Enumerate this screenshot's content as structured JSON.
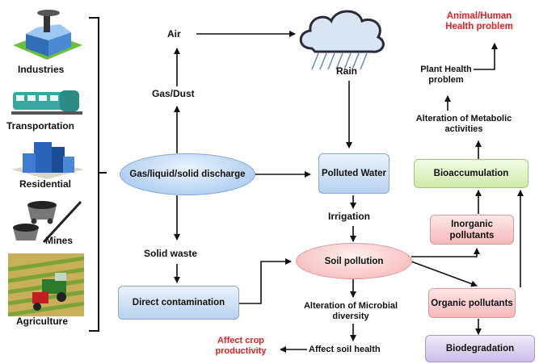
{
  "sources": {
    "industries": "Industries",
    "transportation": "Transportation",
    "residential": "Residential",
    "mines": "Mines",
    "agriculture": "Agriculture"
  },
  "nodes": {
    "air": "Air",
    "gas_dust": "Gas/Dust",
    "discharge": "Gas/liquid/solid discharge",
    "solid_waste": "Solid waste",
    "direct_contamination": "Direct contamination",
    "rain": "Rain",
    "polluted_water": "Polluted Water",
    "irrigation": "Irrigation",
    "soil_pollution": "Soil pollution",
    "microbial": "Alteration of Microbial diversity",
    "soil_health": "Affect soil health",
    "crop": "Affect crop productivity",
    "animal_human": "Animal/Human Health problem",
    "plant": "Plant Health problem",
    "metabolic": "Alteration of Metabolic activities",
    "bioaccumulation": "Bioaccumulation",
    "inorganic": "Inorganic pollutants",
    "organic": "Organic pollutants",
    "biodegradation": "Biodegradation"
  },
  "colors": {
    "highlight_text": "#e02020",
    "box_blue": "#b7d2ef",
    "box_green": "#d0ecaa",
    "box_pink": "#f6b9b9",
    "box_purple": "#cbbde9"
  }
}
